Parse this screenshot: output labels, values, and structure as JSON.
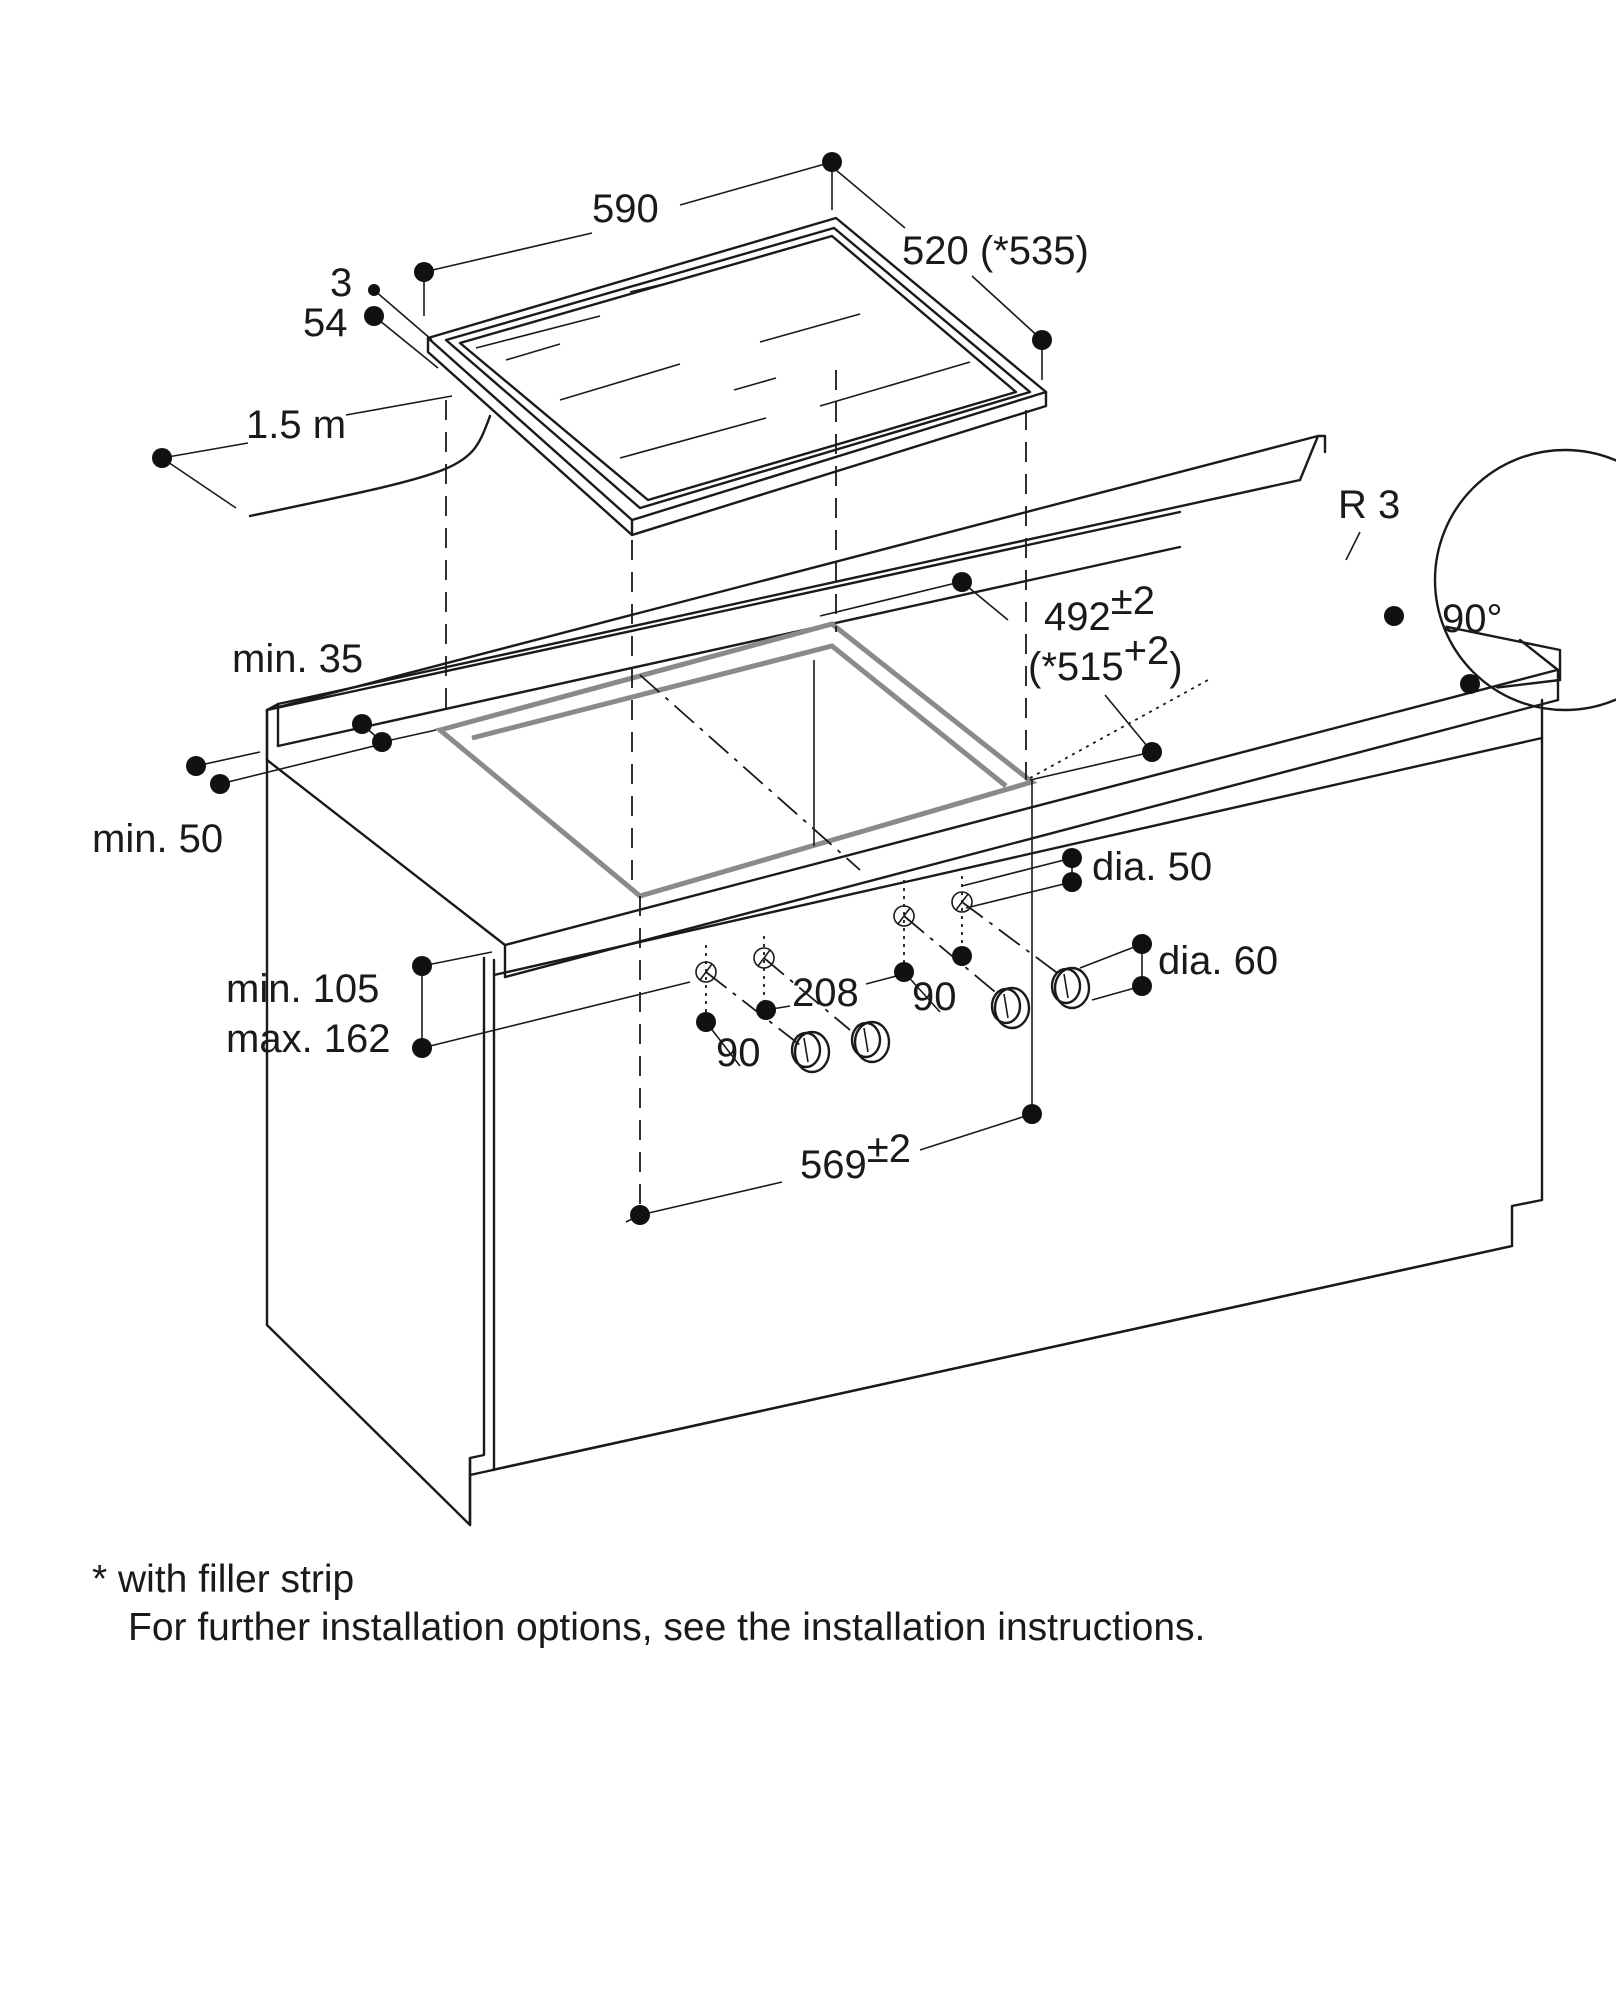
{
  "dimensions": {
    "width_590": "590",
    "depth_520": "520 (*535)",
    "frame_3": "3",
    "height_54": "54",
    "cable_length": "1.5 m",
    "cutout_depth": "492",
    "cutout_depth_tol": "±2",
    "cutout_depth_filler_open": "(*515",
    "cutout_depth_filler_tol": "+2",
    "cutout_depth_filler_close": ")",
    "cutout_width": "569",
    "cutout_width_tol": "±2",
    "min_35": "min. 35",
    "min_50": "min. 50",
    "min_105": "min. 105",
    "max_162": "max. 162",
    "knob_dia_50": "dia. 50",
    "knob_dia_60": "dia. 60",
    "knob_spacing_208": "208",
    "knob_spacing_90_left": "90",
    "knob_spacing_90_right": "90"
  },
  "detail": {
    "radius": "R 3",
    "angle": "90°"
  },
  "notes": {
    "filler_strip": "* with filler strip",
    "further_options": "For further installation options, see the installation instructions."
  }
}
